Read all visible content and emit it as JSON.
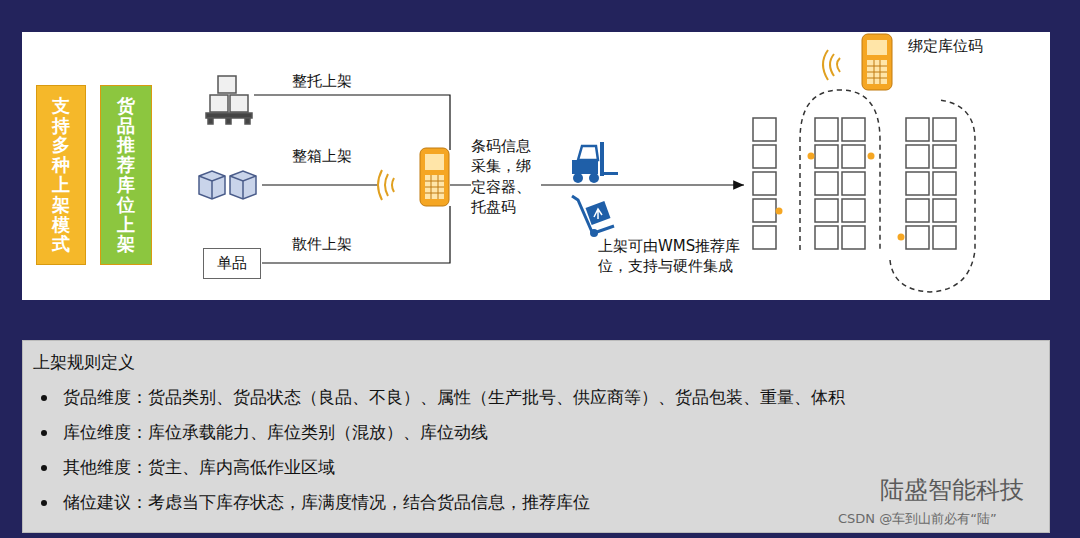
{
  "diagram": {
    "nodes": [
      {
        "text": [
          "支持多种上架模式"
        ]
      },
      {
        "text": [
          "货品推荐库位上架"
        ]
      },
      {
        "text": [
          "单品"
        ]
      },
      {
        "text": [
          "上架规则定义",
          "货品维度：货品类别、货品状态（良品、不良）、属性（生产批号、供应商等）、货品包装、重量、体积",
          "库位维度：库位承载能力、库位类别（混放）、库位动线",
          "其他维度：货主、库内高低作业区域",
          "储位建议：考虑当下库存状态，库满度情况，结合货品信息，推荐库位"
        ]
      }
    ],
    "labels": [
      "整托上架",
      "整箱上架",
      "散件上架",
      "条码信息采集，绑定容器、托盘码",
      "上架可由WMS推荐库位，支持与硬件集成",
      "绑定库位码",
      "陆盛智能科技",
      "CSDN @车到山前必有“陆”"
    ]
  }
}
